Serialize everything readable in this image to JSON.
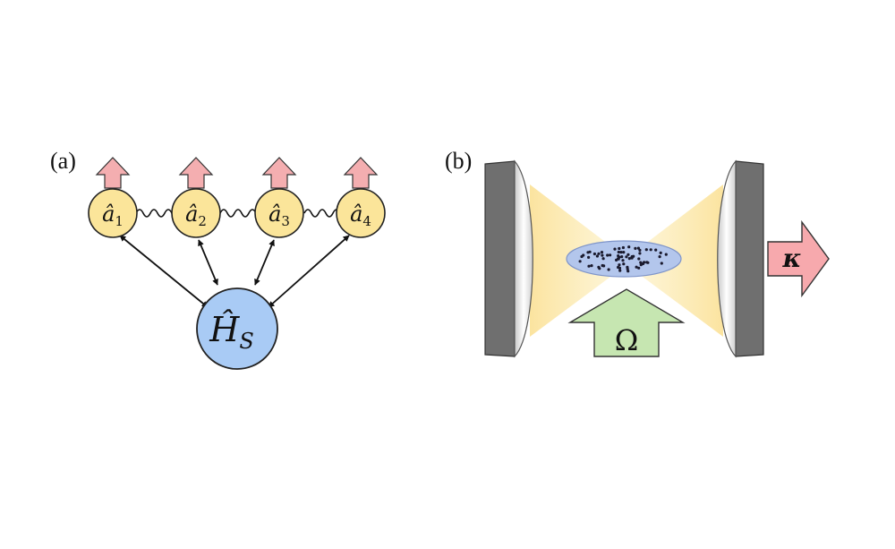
{
  "panel_a": {
    "label": "(a)",
    "modes": [
      {
        "base": "â",
        "sub": "1"
      },
      {
        "base": "â",
        "sub": "2"
      },
      {
        "base": "â",
        "sub": "3"
      },
      {
        "base": "â",
        "sub": "4"
      }
    ],
    "hamiltonian": {
      "base": "Ĥ",
      "sub": "S"
    }
  },
  "panel_b": {
    "label": "(b)",
    "drive_label": "Ω",
    "loss_label": "κ"
  },
  "colors": {
    "mode_fill": "#fbe59a",
    "hamiltonian_fill": "#a9cbf5",
    "up_arrow": "#f4aeb0",
    "mirror": "#6f6f6f",
    "cloud": "#b3c6ec",
    "drive_arrow": "#c6e6b1",
    "loss_arrow": "#f7a9ad",
    "beam": "#fbe7a0"
  }
}
